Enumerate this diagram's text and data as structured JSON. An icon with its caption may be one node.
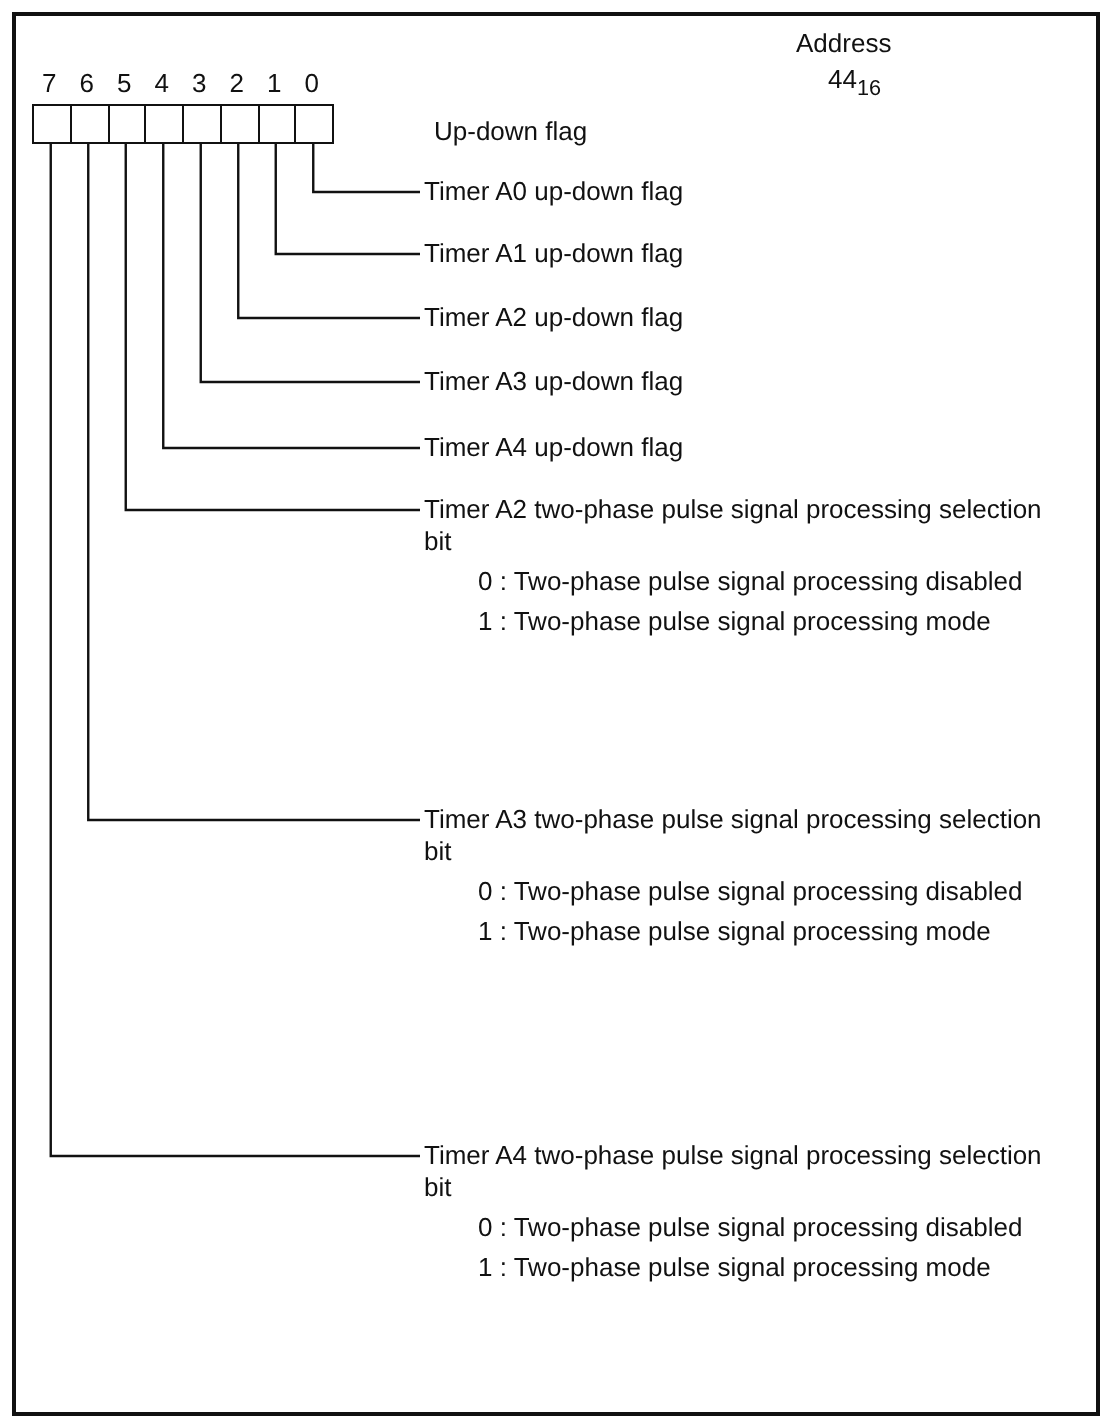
{
  "diagram": {
    "nodes": [
      {
        "text": [],
        "shape": "box"
      },
      {
        "text": [],
        "shape": "box"
      },
      {
        "text": [],
        "shape": "box"
      },
      {
        "text": [],
        "shape": "box"
      },
      {
        "text": [],
        "shape": "box"
      },
      {
        "text": [],
        "shape": "box"
      },
      {
        "text": [],
        "shape": "box"
      },
      {
        "text": [],
        "shape": "box"
      },
      {
        "text": [
          "Timer A0 up-down flag"
        ]
      },
      {
        "text": [
          "Timer A1 up-down flag"
        ]
      },
      {
        "text": [
          "Timer A2 up-down flag"
        ]
      },
      {
        "text": [
          "Timer A3 up-down flag"
        ]
      },
      {
        "text": [
          "Timer A4 up-down flag"
        ]
      },
      {
        "text": [
          "Timer A2 two-phase pulse signal processing selection bit",
          "0 : Two-phase pulse signal processing disabled",
          "1 : Two-phase pulse signal processing mode"
        ]
      },
      {
        "text": [
          "Timer A3 two-phase pulse signal processing selection bit",
          "0 : Two-phase pulse signal processing disabled",
          "1 : Two-phase pulse signal processing mode"
        ]
      },
      {
        "text": [
          "Timer A4 two-phase pulse signal processing selection bit",
          "0 : Two-phase pulse signal processing disabled",
          "1 : Two-phase pulse signal processing mode"
        ]
      }
    ],
    "edges": [
      {
        "from": 8,
        "to": 7,
        "arrow": "none"
      },
      {
        "from": 9,
        "to": 6,
        "arrow": "none"
      },
      {
        "from": 10,
        "to": 5,
        "arrow": "none"
      },
      {
        "from": 11,
        "to": 4,
        "arrow": "none"
      },
      {
        "from": 12,
        "to": 3,
        "arrow": "none"
      },
      {
        "from": 13,
        "to": 2,
        "arrow": "none"
      },
      {
        "from": 14,
        "to": 1,
        "arrow": "none"
      },
      {
        "from": 15,
        "to": 0,
        "arrow": "none"
      }
    ],
    "labels": [
      "7",
      "6",
      "5",
      "4",
      "3",
      "2",
      "1",
      "0",
      "Address",
      "44$_{16}$",
      "Up-down flag"
    ]
  }
}
